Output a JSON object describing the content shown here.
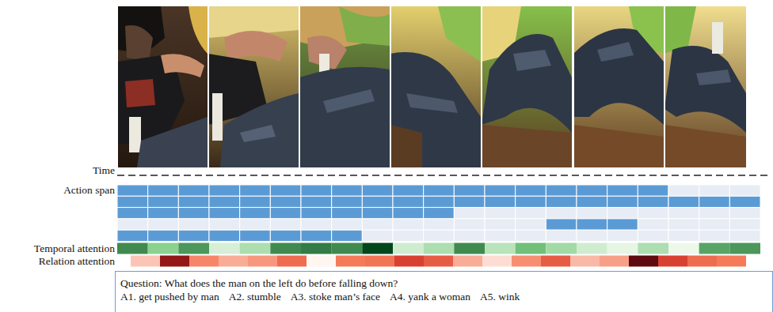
{
  "diagram": {
    "nodes": [
      {
        "text": [
          "Question: What does the man on the left do before falling down?",
          "A1. get pushed by man",
          "A2. stumble",
          "A3. stoke man’s face",
          "A4. yank a woman",
          "A5. wink"
        ]
      }
    ],
    "labels": [
      "Time",
      "Action span",
      "Temporal attention",
      "Relation attention"
    ]
  }
}
